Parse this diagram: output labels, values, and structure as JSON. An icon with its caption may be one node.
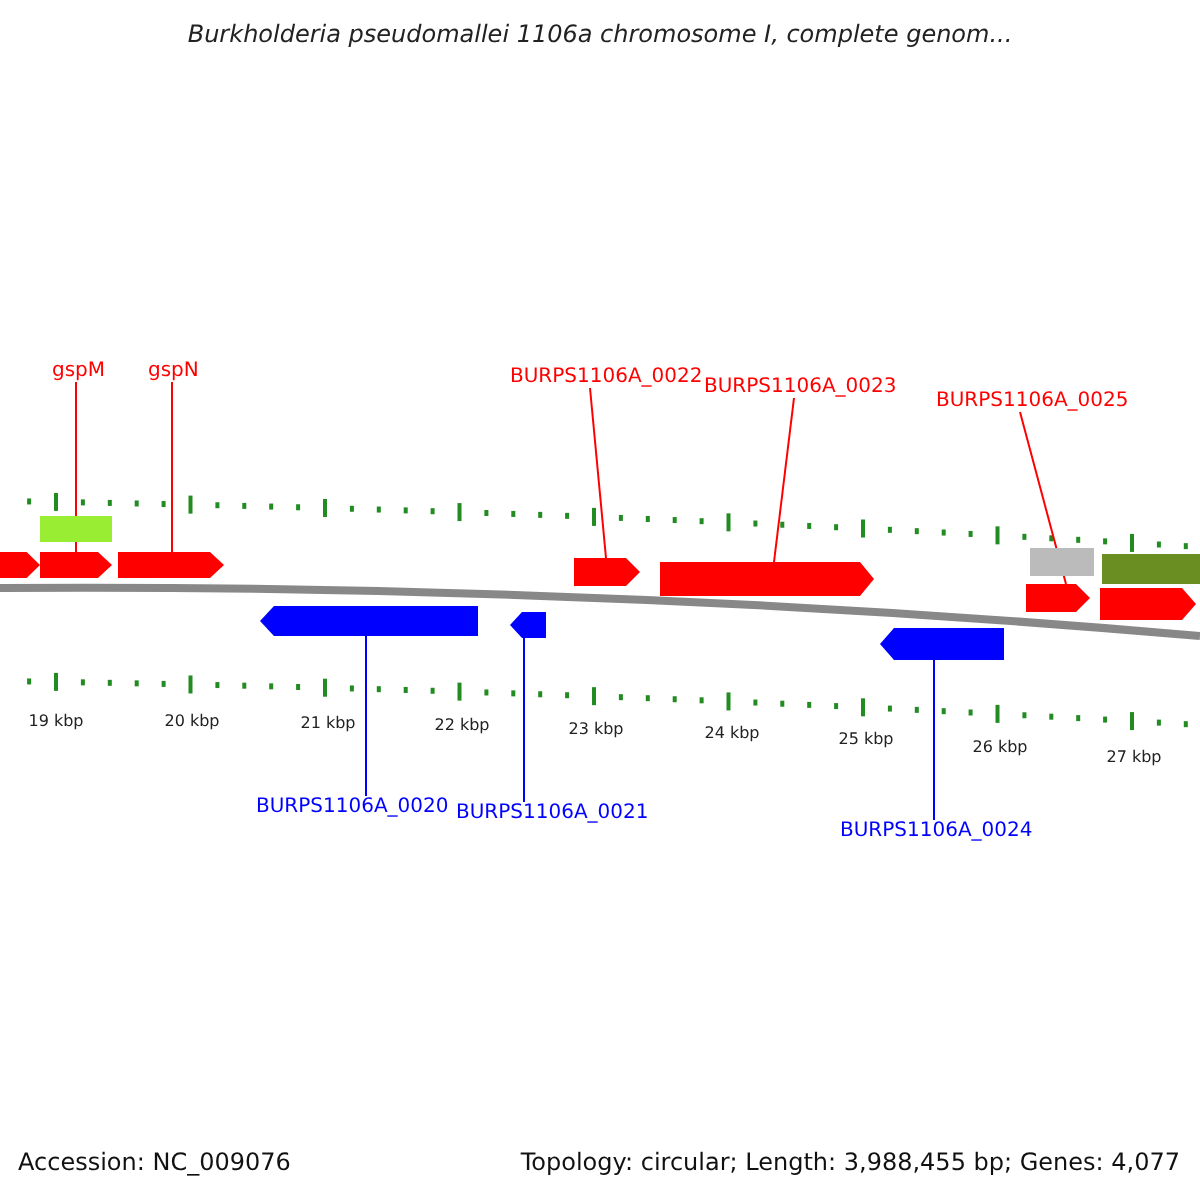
{
  "diagram": {
    "title": "Burkholderia pseudomallei 1106a chromosome I, complete genom...",
    "nodes": [
      {
        "text": [
          "gspM"
        ]
      },
      {
        "text": [
          "gspN"
        ]
      },
      {
        "text": [
          "BURPS1106A_0022"
        ]
      },
      {
        "text": [
          "BURPS1106A_0023"
        ]
      },
      {
        "text": [
          "BURPS1106A_0025"
        ]
      },
      {
        "text": [],
        "shape": "bar"
      },
      {
        "text": [],
        "shape": "bar"
      },
      {
        "text": [],
        "shape": "bar"
      },
      {
        "text": [],
        "shape": "bar"
      },
      {
        "text": [],
        "shape": "bar"
      },
      {
        "text": [],
        "shape": "bar"
      },
      {
        "text": [],
        "shape": "bar"
      },
      {
        "text": [],
        "shape": "bar"
      },
      {
        "text": [],
        "shape": "bar"
      },
      {
        "text": [],
        "shape": "bar"
      },
      {
        "text": [],
        "shape": "bar"
      },
      {
        "text": [],
        "shape": "bar"
      },
      {
        "text": [],
        "shape": "bar"
      },
      {
        "text": [
          "BURPS1106A_0020"
        ]
      },
      {
        "text": [
          "BURPS1106A_0021"
        ]
      },
      {
        "text": [
          "BURPS1106A_0024"
        ]
      }
    ],
    "edges": [
      {
        "from": 0,
        "to": 7,
        "arrow": "none"
      },
      {
        "from": 1,
        "to": 8,
        "arrow": "none"
      },
      {
        "from": 2,
        "to": 9,
        "arrow": "none"
      },
      {
        "from": 3,
        "to": 10,
        "arrow": "none"
      },
      {
        "from": 4,
        "to": 13,
        "arrow": "none"
      },
      {
        "from": 18,
        "to": 15,
        "arrow": "none",
        "color": "#0000ff"
      },
      {
        "from": 19,
        "to": 16,
        "arrow": "none",
        "color": "#0000ff"
      },
      {
        "from": 20,
        "to": 17,
        "arrow": "none",
        "color": "#0000ff"
      }
    ],
    "labels": [
      "19 kbp",
      "20 kbp",
      "21 kbp",
      "22 kbp",
      "23 kbp",
      "24 kbp",
      "25 kbp",
      "26 kbp",
      "27 kbp",
      "Accession: NC_009076",
      "Topology: circular; Length: 3,988,455 bp; Genes: 4,077"
    ]
  }
}
